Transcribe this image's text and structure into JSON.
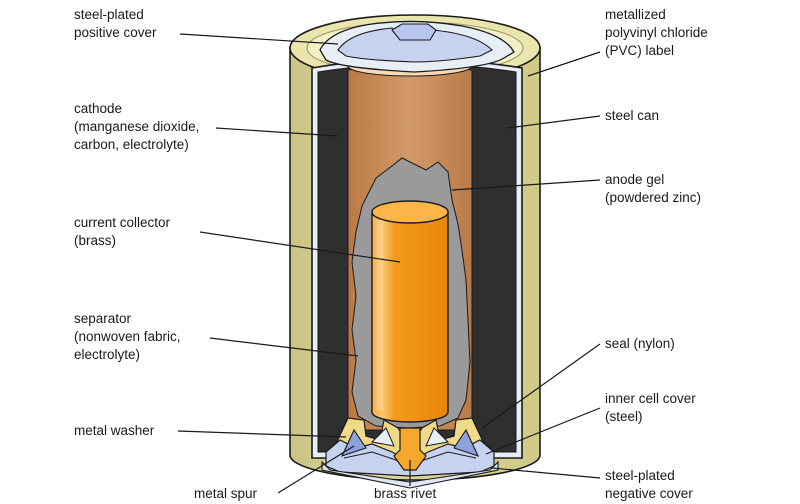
{
  "labels": {
    "positive_cover": [
      "steel-plated",
      "positive cover"
    ],
    "cathode": [
      "cathode",
      "(manganese dioxide,",
      "carbon, electrolyte)"
    ],
    "current_collector": [
      "current collector",
      "(brass)"
    ],
    "separator": [
      "separator",
      "(nonwoven fabric,",
      "electrolyte)"
    ],
    "metal_washer": [
      "metal washer"
    ],
    "metal_spur": [
      "metal spur"
    ],
    "brass_rivet": [
      "brass rivet"
    ],
    "pvc_label": [
      "metallized",
      "polyvinyl chloride",
      "(PVC) label"
    ],
    "steel_can": [
      "steel can"
    ],
    "anode_gel": [
      "anode gel",
      "(powdered zinc)"
    ],
    "seal": [
      "seal (nylon)"
    ],
    "inner_cell_cover": [
      "inner cell cover",
      "(steel)"
    ],
    "negative_cover": [
      "steel-plated",
      "negative cover"
    ]
  },
  "colors": {
    "label_wrap": "#d8d392",
    "label_shadow": "#b7b26c",
    "steel_can": "#e8eef6",
    "cathode": "#2f2f2f",
    "separator": "#c8905e",
    "anode_gel": "#9a9a9a",
    "collector": "#f59a1a",
    "collector_highlight": "#fdc06a",
    "brass_rivet": "#f6a82c",
    "seal": "#f1d98a",
    "metal_parts": "#b9c6ee",
    "outline": "#1a1a1a"
  }
}
